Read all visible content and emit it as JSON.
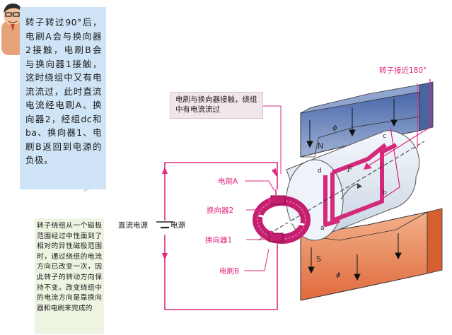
{
  "callouts": {
    "top_left": "转子转过90°后，电刷A会与换向器2接触，电刷B会与换向器1接触，这时绕组中又有电流流过，此时直流电流经电刷A、换向器2，经组dc和ba、换向器1、电刷B返回到电源的负极。",
    "bottom_left": "转子绕组从一个磁极范围经过中性面到了相对的异性磁极范围时，通过绕组的电流方向已改变一次，因此转子的转动方向保持不变。改变绕组中的电流方向是靠换向器和电刷来完成的"
  },
  "labels": {
    "rotor_angle": "转子接近180°",
    "note": "电刷与换向器接触，绕组中有电流流过",
    "brush_a": "电刷A",
    "commutator_2": "换向器2",
    "commutator_1": "换向器1",
    "brush_b": "电刷B",
    "dc_source": "直流电源",
    "source": "电源",
    "pole_n": "N",
    "pole_s": "S",
    "flux_top": "ϕ",
    "flux_bottom": "ϕ",
    "force": "F",
    "point_a": "a",
    "point_b": "b",
    "point_c": "c",
    "point_d": "d"
  },
  "colors": {
    "callout_blue": "#cfe4f6",
    "callout_green": "#eef4e2",
    "circuit_pink": "#e0287f",
    "commutator_pink": "#d4287a",
    "magnet_blue": "#6f86b8",
    "magnet_orange": "#e07a4a"
  },
  "icons": {
    "character": "engineer-avatar-icon"
  }
}
